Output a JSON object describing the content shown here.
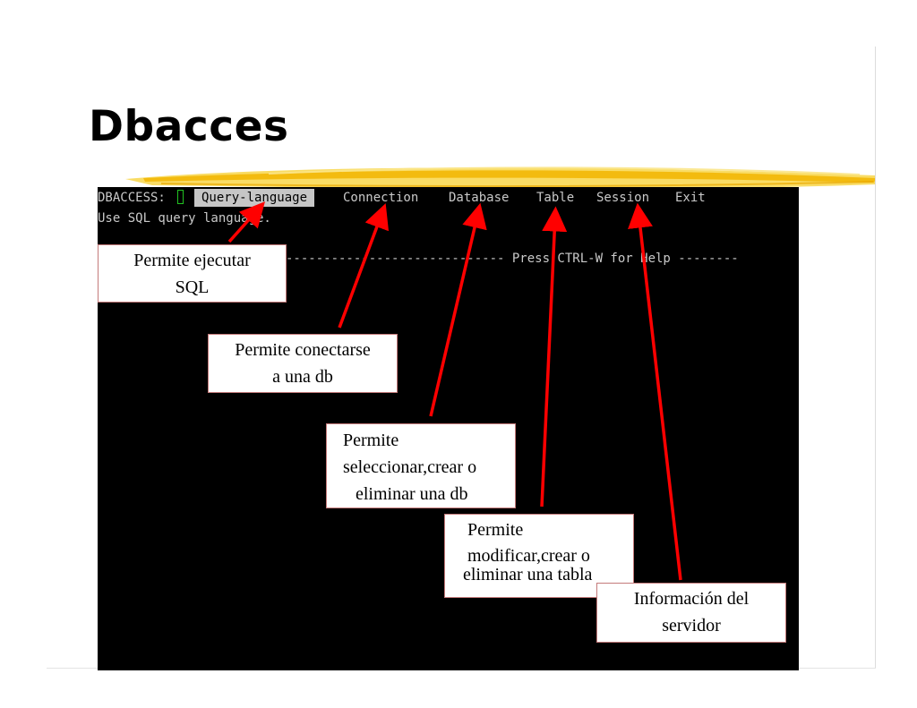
{
  "slide": {
    "title": "Dbacces"
  },
  "terminal": {
    "prompt": "DBACCESS:",
    "menu": [
      {
        "label": "Query-language",
        "active": true
      },
      {
        "label": "Connection",
        "active": false
      },
      {
        "label": "Database",
        "active": false
      },
      {
        "label": "Table",
        "active": false
      },
      {
        "label": "Session",
        "active": false
      },
      {
        "label": "Exit",
        "active": false
      }
    ],
    "description": "Use SQL query language.",
    "help_line": "----------------------------- Press CTRL-W for Help --------"
  },
  "callouts": {
    "query": {
      "line1": "Permite ejecutar",
      "line2": "SQL"
    },
    "connection": {
      "line1": "Permite conectarse",
      "line2": "a una db"
    },
    "database": {
      "line1": "Permite",
      "line2": "seleccionar,crear o",
      "line3": "eliminar una db"
    },
    "table": {
      "line1": "Permite",
      "line2": "modificar,crear o",
      "line3": "eliminar una tabla"
    },
    "session": {
      "line1": "Información del",
      "line2": "servidor"
    }
  },
  "colors": {
    "terminal_bg": "#000000",
    "arrow": "#ff0000",
    "highlight": "#f6c520",
    "active_menu_bg": "#c6c6c6",
    "cursor": "#22c322"
  }
}
